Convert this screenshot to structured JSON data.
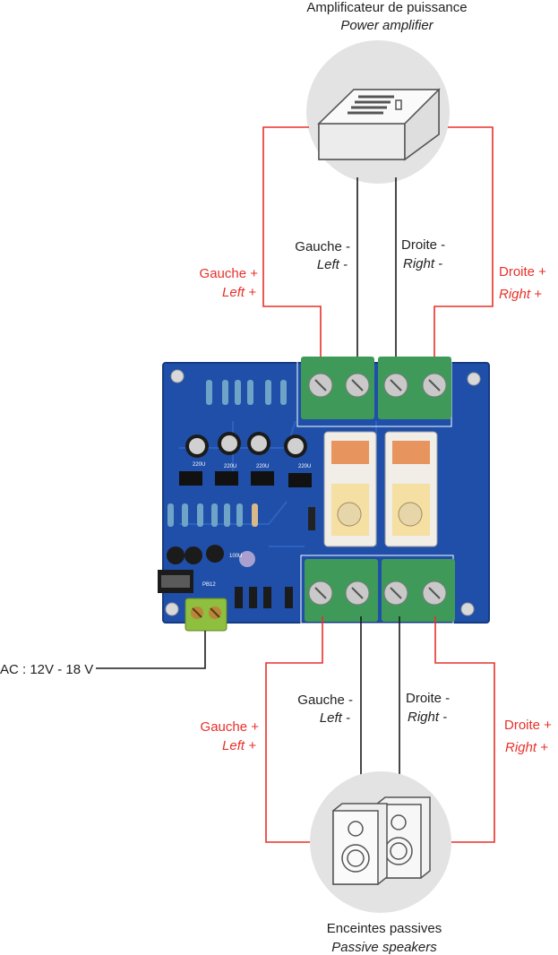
{
  "colors": {
    "wire_black": "#1a1a1a",
    "wire_red": "#e8302a",
    "circle_bg": "#e3e3e3",
    "pcb": "#1f4fa8",
    "terminal_green": "#3f9a5a"
  },
  "amplifier": {
    "title": "Amplificateur de puissance",
    "subtitle": "Power amplifier",
    "icon": "amplifier-box-icon"
  },
  "speakers": {
    "title": "Enceintes passives",
    "subtitle": "Passive speakers",
    "icon": "speakers-icon"
  },
  "top_labels": {
    "left_minus": {
      "fr": "Gauche -",
      "en": "Left -"
    },
    "right_minus": {
      "fr": "Droite -",
      "en": "Right -"
    },
    "left_plus": {
      "fr": "Gauche +",
      "en": "Left +"
    },
    "right_plus": {
      "fr": "Droite +",
      "en": "Right +"
    }
  },
  "bottom_labels": {
    "left_minus": {
      "fr": "Gauche -",
      "en": "Left -"
    },
    "right_minus": {
      "fr": "Droite -",
      "en": "Right -"
    },
    "left_plus": {
      "fr": "Gauche +",
      "en": "Left +"
    },
    "right_plus": {
      "fr": "Droite +",
      "en": "Right +"
    }
  },
  "power": {
    "label": "AC : 12V - 18 V"
  },
  "board": {
    "icon": "speaker-protection-board",
    "silkscreen": [
      "220U",
      "220U",
      "220U",
      "220U",
      "PB12",
      "100U"
    ]
  }
}
